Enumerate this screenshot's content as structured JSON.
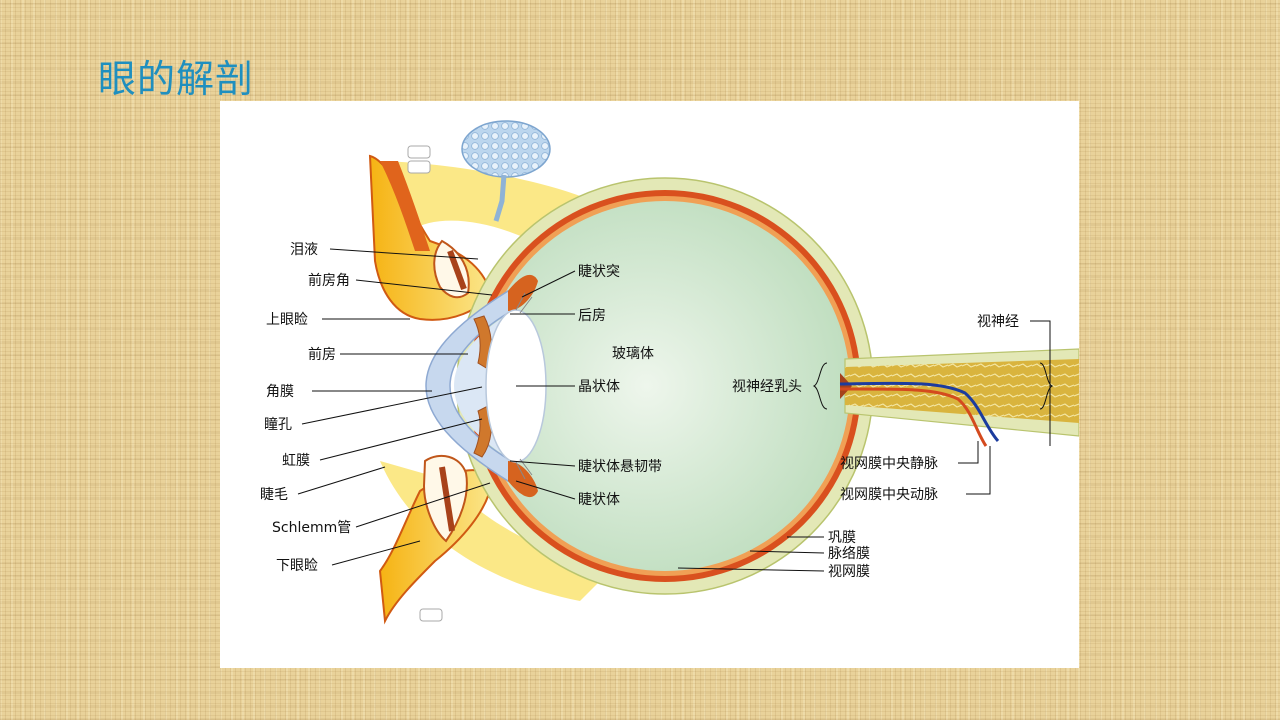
{
  "slide": {
    "title": "眼的解剖"
  },
  "labels": {
    "tears": "泪液",
    "anterior_chamber_angle": "前房角",
    "upper_eyelid": "上眼睑",
    "anterior_chamber": "前房",
    "cornea": "角膜",
    "pupil": "瞳孔",
    "iris": "虹膜",
    "eyelashes": "睫毛",
    "schlemm_canal": "Schlemm管",
    "lower_eyelid": "下眼睑",
    "ciliary_process": "睫状突",
    "posterior_chamber": "后房",
    "vitreous_body": "玻璃体",
    "lens": "晶状体",
    "zonule": "睫状体悬韧带",
    "ciliary_body": "睫状体",
    "optic_disc": "视神经乳头",
    "optic_nerve": "视神经",
    "central_retinal_vein": "视网膜中央静脉",
    "central_retinal_artery": "视网膜中央动脉",
    "sclera": "巩膜",
    "choroid": "脉络膜",
    "retina": "视网膜"
  },
  "colors": {
    "title": "#1f8fbf",
    "vitreous": "#cfe6cf",
    "sclera": "#e3e8b6",
    "choroid": "#d9501e",
    "cornea": "#c7d8ee",
    "eyelid": "#f3c21d",
    "nerve": "#d8b23a"
  }
}
